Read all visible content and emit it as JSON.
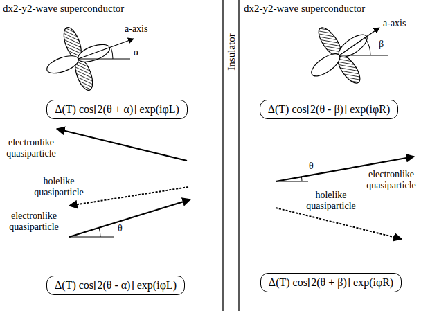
{
  "diagram": {
    "nodes": [
      {
        "text": [
          "Δ(T) cos[2(θ + α)] exp(iφL)"
        ]
      },
      {
        "text": [
          "Δ(T) cos[2(θ - α)] exp(iφL)"
        ]
      },
      {
        "text": [
          "Δ(T) cos[2(θ - β)] exp(iφR)"
        ]
      },
      {
        "text": [
          "Δ(T) cos[2(θ + β)] exp(iφR)"
        ]
      }
    ],
    "labels": [
      "dx2-y2-wave superconductor",
      "dx2-y2-wave superconductor",
      "Insulator",
      "a-axis",
      "α",
      "a-axis",
      "β",
      "electronlike quasiparticle",
      "holelike quasiparticle",
      "electronlike quasiparticle",
      "θ",
      "electronlike quasiparticle",
      "θ",
      "holelike quasiparticle"
    ]
  }
}
